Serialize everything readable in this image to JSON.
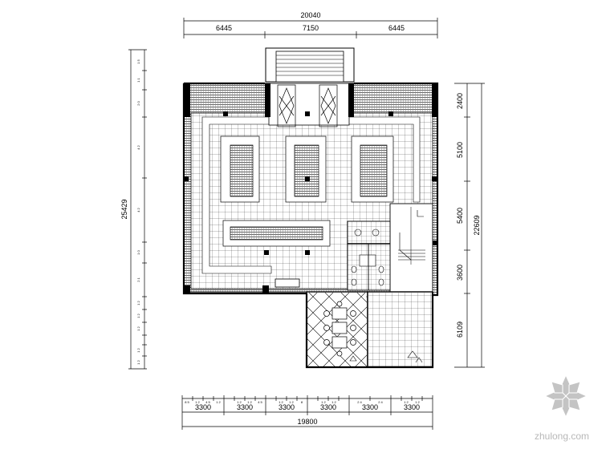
{
  "dimensions": {
    "top_total": "20040",
    "top_segments": [
      "6445",
      "7150",
      "6445"
    ],
    "left_total": "25429",
    "right_total": "22609",
    "right_segments": [
      "2400",
      "5100",
      "5400",
      "3600",
      "6109"
    ],
    "bottom_segments": [
      "3300",
      "3300",
      "3300",
      "3300",
      "3300",
      "3300"
    ],
    "bottom_total": "19800"
  },
  "watermark": {
    "text": "zhulong.com",
    "logo": "zhulong-logo-icon"
  },
  "colors": {
    "line": "#000000",
    "paving_grey": "#b0b0b0",
    "watermark_grey": "#c4c4c4"
  }
}
